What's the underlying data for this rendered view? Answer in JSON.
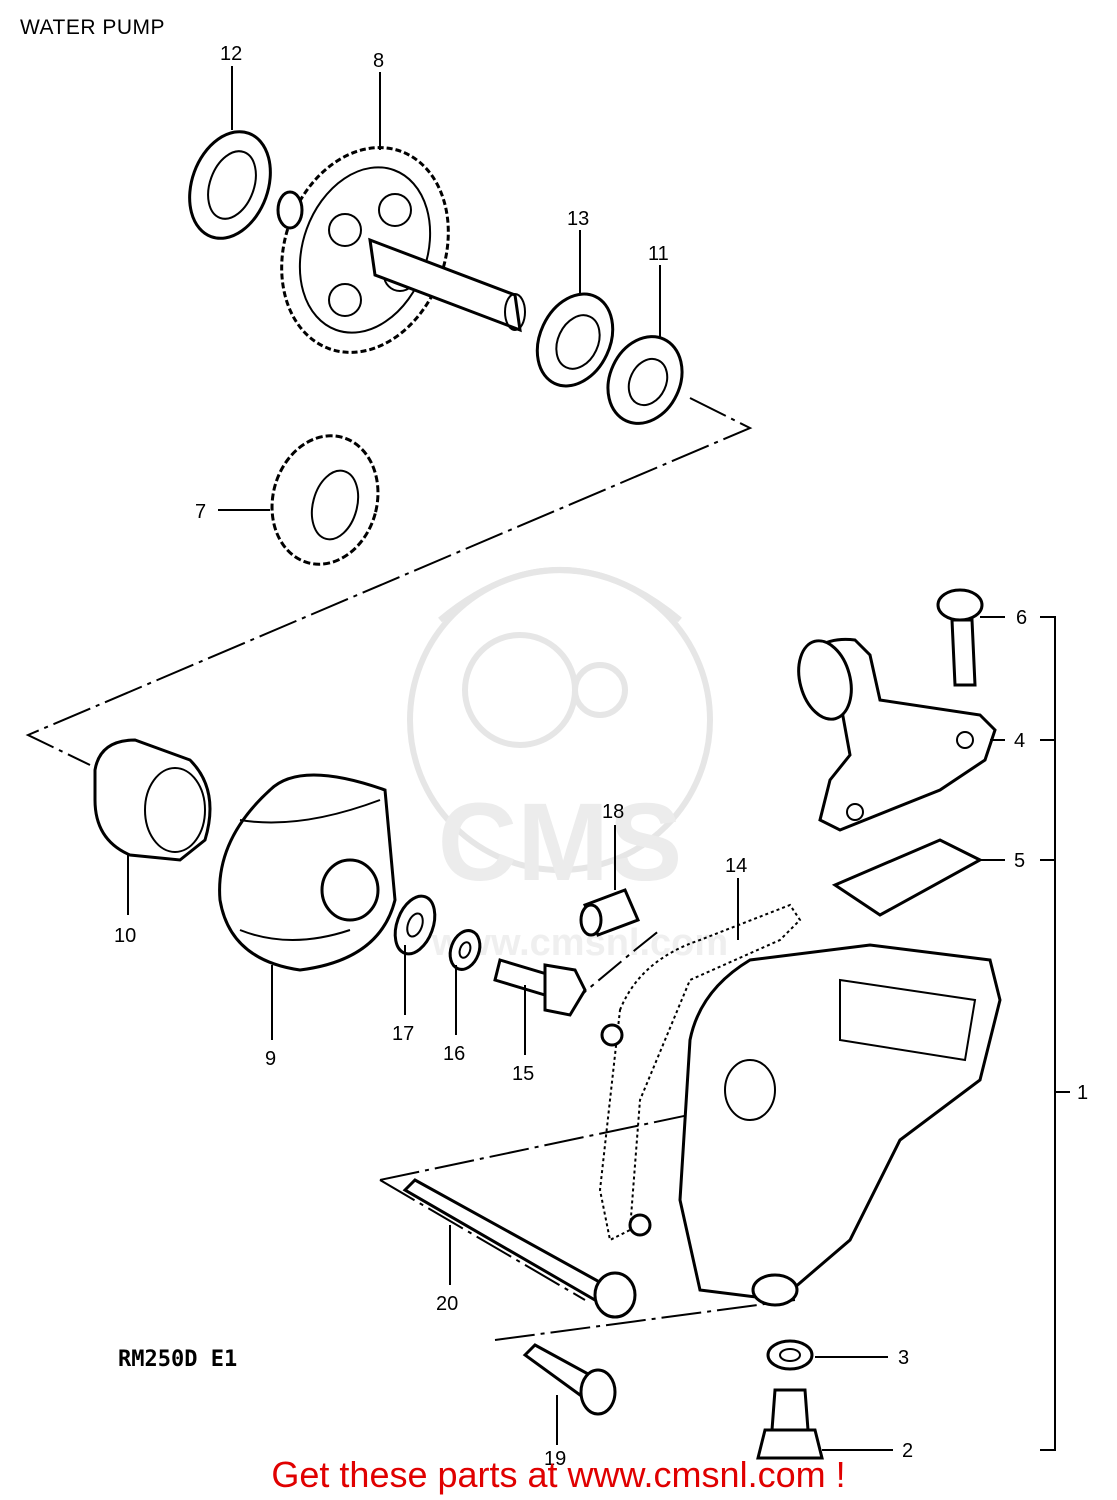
{
  "title": "WATER PUMP",
  "model_code": "RM250D E1",
  "footer": {
    "text": "Get these parts at www.cmsnl.com !"
  },
  "watermark": {
    "text": "CMS",
    "url_text": "www.cmsnl.com"
  },
  "callouts": [
    {
      "id": "1",
      "label": "1"
    },
    {
      "id": "2",
      "label": "2"
    },
    {
      "id": "3",
      "label": "3"
    },
    {
      "id": "4",
      "label": "4"
    },
    {
      "id": "5",
      "label": "5"
    },
    {
      "id": "6",
      "label": "6"
    },
    {
      "id": "7",
      "label": "7"
    },
    {
      "id": "8",
      "label": "8"
    },
    {
      "id": "9",
      "label": "9"
    },
    {
      "id": "10",
      "label": "10"
    },
    {
      "id": "11",
      "label": "11"
    },
    {
      "id": "12",
      "label": "12"
    },
    {
      "id": "13",
      "label": "13"
    },
    {
      "id": "14",
      "label": "14"
    },
    {
      "id": "15",
      "label": "15"
    },
    {
      "id": "16",
      "label": "16"
    },
    {
      "id": "17",
      "label": "17"
    },
    {
      "id": "18",
      "label": "18"
    },
    {
      "id": "19",
      "label": "19"
    },
    {
      "id": "20",
      "label": "20"
    }
  ],
  "colors": {
    "footer": "#e00000",
    "line": "#000000",
    "watermark": "#e6e6e6"
  }
}
